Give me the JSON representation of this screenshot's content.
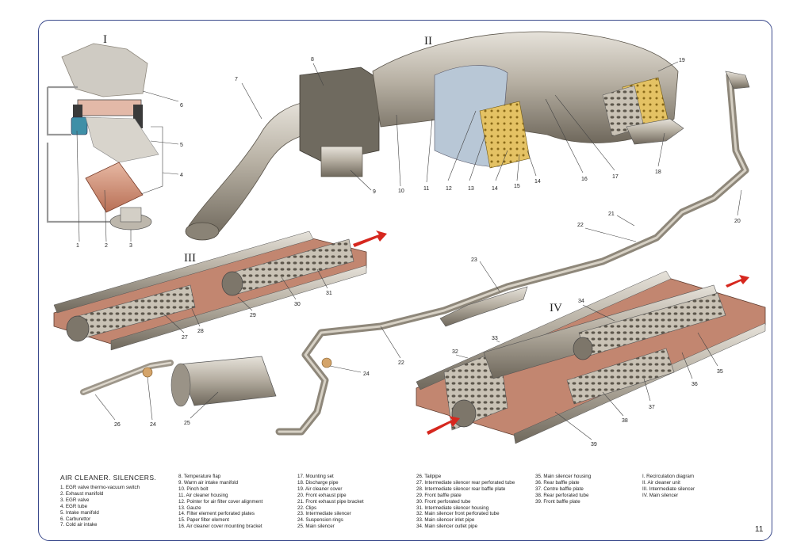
{
  "figure": {
    "roman": [
      "I",
      "II",
      "III",
      "IV"
    ],
    "labels": [
      "1",
      "2",
      "3",
      "4",
      "5",
      "6",
      "7",
      "8",
      "9",
      "10",
      "11",
      "12",
      "13",
      "14",
      "14",
      "15",
      "16",
      "17",
      "18",
      "19",
      "20",
      "21",
      "22",
      "22",
      "23",
      "24",
      "24",
      "25",
      "26",
      "27",
      "28",
      "29",
      "30",
      "31",
      "32",
      "33",
      "34",
      "35",
      "36",
      "37",
      "38",
      "39"
    ]
  },
  "caption": "AIR CLEANER. SILENCERS.",
  "legend": {
    "col1": [
      "1. EGR valve thermo-vacuum switch",
      "2. Exhaust manifold",
      "3. EGR valve",
      "4. EGR tube",
      "5. Intake manifold",
      "6. Carburettor",
      "7. Cold air intake"
    ],
    "col2": [
      "8. Temperature flap",
      "9. Warm air intake manifold",
      "10. Pinch bolt",
      "11. Air cleaner housing",
      "12. Pointer for air filter cover alignment",
      "13. Gauze",
      "14. Filter element perforated plates",
      "15. Paper filter element",
      "16. Air cleaner cover mounting bracket"
    ],
    "col3": [
      "17. Mounting set",
      "18. Discharge pipe",
      "19. Air cleaner cover",
      "20. Front exhaust pipe",
      "21. Front exhaust pipe bracket",
      "22. Clips",
      "23. Intermediate silencer",
      "24. Suspension rings",
      "25. Main silencer"
    ],
    "col4": [
      "26. Tailpipe",
      "27. Intermediate silencer rear perforated tube",
      "28. Intermediate silencer rear baffle plate",
      "29. Front baffle plate",
      "30. Front perforated tube",
      "31. Intermediate silencer housing",
      "32. Main silencer front perforated tube",
      "33. Main silencer inlet pipe",
      "34. Main silencer outlet pipe"
    ],
    "col5": [
      "35. Main silencer housing",
      "36. Rear baffle plate",
      "37. Centre baffle plate",
      "38. Rear perforated tube",
      "39. Front baffle plate"
    ],
    "col6": [
      "I.   Recirculation diagram",
      "II.  Air cleaner unit",
      "III. Intermediate silencer",
      "IV.  Main silencer"
    ]
  },
  "page_number": "11"
}
